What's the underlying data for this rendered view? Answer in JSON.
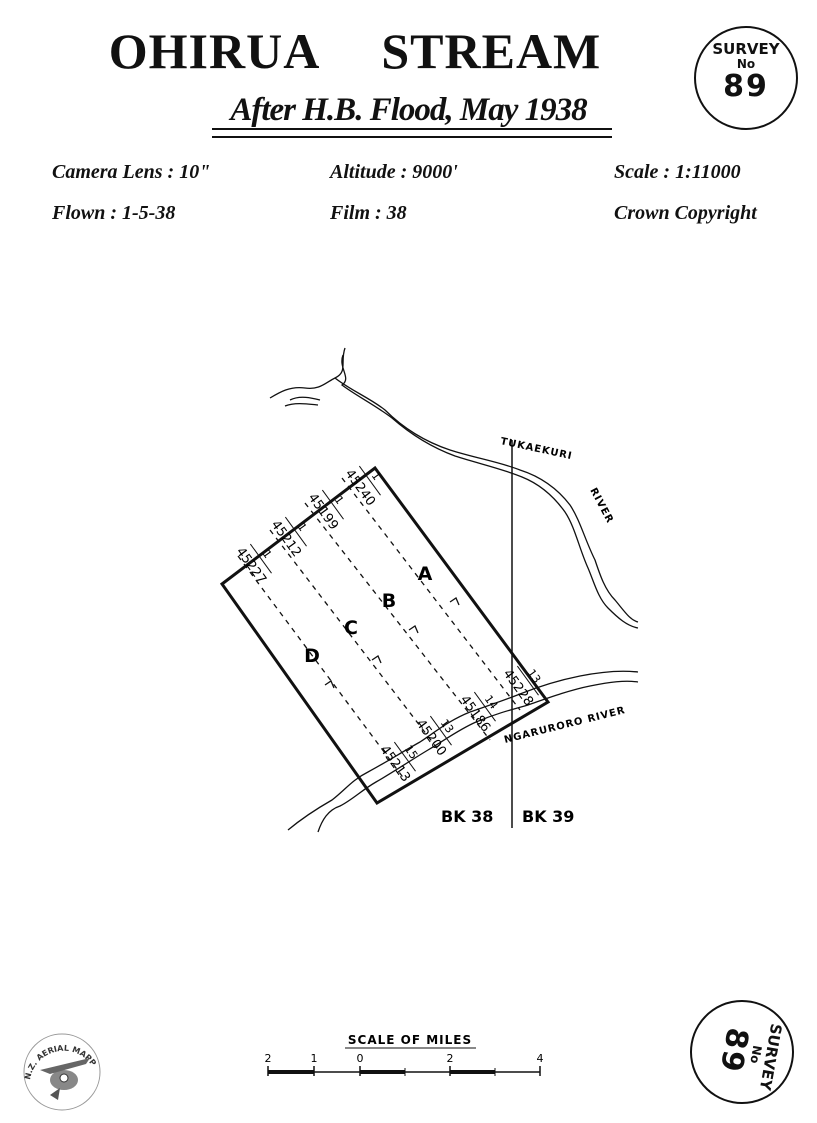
{
  "header": {
    "title_word1": "OHIRUA",
    "title_word2": "STREAM",
    "subtitle": "After H.B. Flood, May 1938"
  },
  "info": {
    "camera_lens": "Camera Lens : 10\"",
    "altitude": "Altitude : 9000'",
    "scale": "Scale : 1:11000",
    "flown": "Flown : 1-5-38",
    "film": "Film : 38",
    "copyright": "Crown Copyright"
  },
  "stamp": {
    "line1": "SURVEY",
    "line2": "No",
    "number": "89"
  },
  "map": {
    "rivers": {
      "tukaekuri": "TUKAEKURI",
      "tukaekuri_river": "RIVER",
      "ngaruroro": "NGARURORO RIVER"
    },
    "strips": [
      {
        "letter": "A",
        "photo_start": "45240",
        "start_no": "1",
        "photo_end": "45228",
        "end_no": "13"
      },
      {
        "letter": "B",
        "photo_start": "45199",
        "start_no": "1",
        "photo_end": "45186",
        "end_no": "14"
      },
      {
        "letter": "C",
        "photo_start": "45212",
        "start_no": "1",
        "photo_end": "45200",
        "end_no": "13"
      },
      {
        "letter": "D",
        "photo_start": "45227",
        "start_no": "1",
        "photo_end": "45213",
        "end_no": "15"
      }
    ],
    "block_left": "BK 38",
    "block_right": "BK 39"
  },
  "scale_bar": {
    "title": "SCALE OF MILES",
    "ticks": [
      "2",
      "1",
      "0",
      "2",
      "4"
    ]
  },
  "logo": {
    "text": "N.Z. AERIAL MAPPING LTD"
  }
}
